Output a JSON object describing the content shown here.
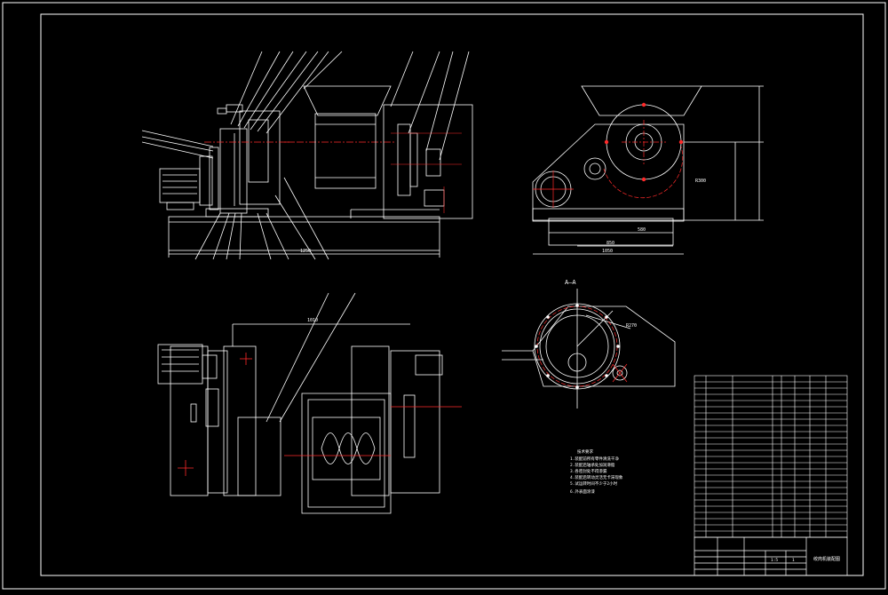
{
  "drawing": {
    "section_label": "A—A",
    "main_dim": "1250",
    "side_dims": [
      "850",
      "1050",
      "580"
    ],
    "plan_dim": "1010",
    "radius_labels": [
      "R300",
      "R270"
    ],
    "note_title": "技术要求",
    "notes": [
      "1.装配前所有零件清洗干净",
      "2.装配后轴承处加润滑脂",
      "3.各密封处不得渗漏",
      "4.装配后转动灵活无卡滞现象",
      "5.试运转时间不少于2小时",
      "6.外表面涂漆"
    ],
    "title_block": {
      "name": "绞肉机装配图",
      "scale": "1:5",
      "sheet": "1"
    }
  },
  "colors": {
    "background": "#000000",
    "line": "#ffffff",
    "center": "#ff2a2a"
  }
}
